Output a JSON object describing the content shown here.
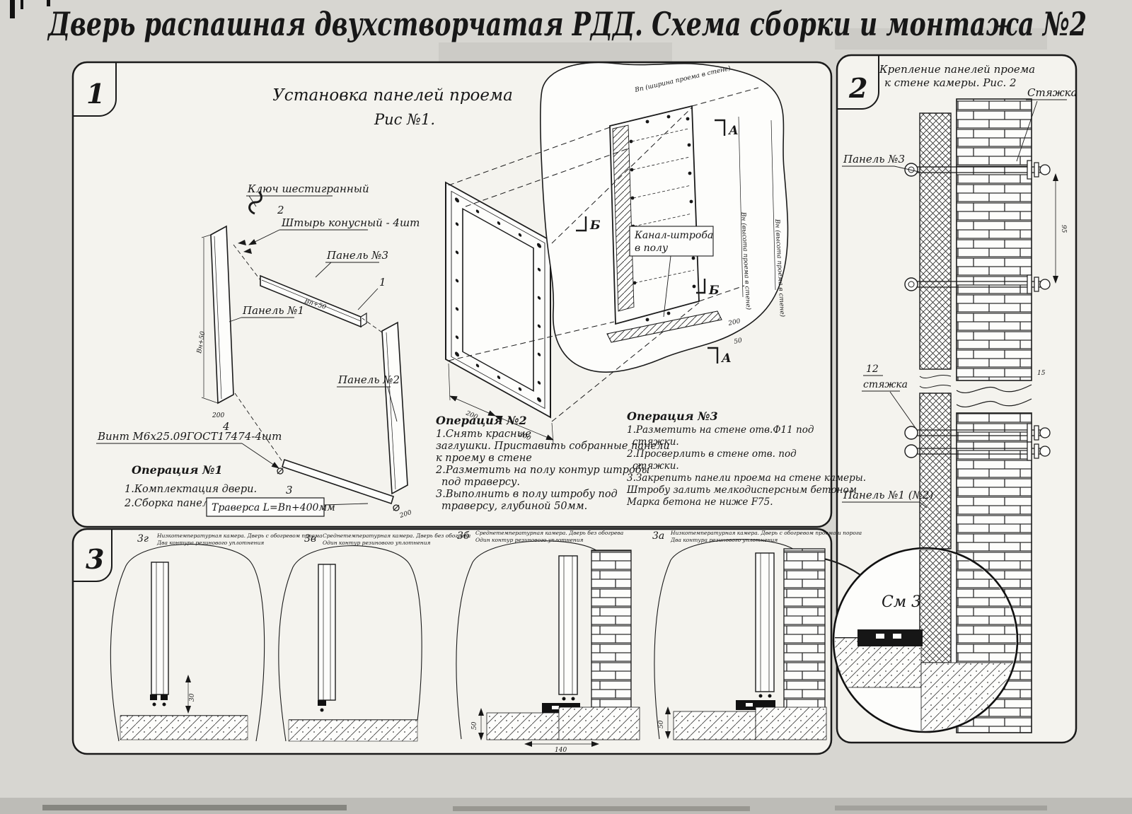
{
  "title": "Дверь распашная двухстворчатая РДД.  Схема сборки и монтажа №2",
  "s1": {
    "num": "1",
    "heading": "Установка панелей проема",
    "fig": "Рис №1.",
    "hexkey": "Ключ шестигранный",
    "pin_num": "2",
    "pin": "Штырь конусный - 4шт",
    "panel3": "Панель №3",
    "n1": "1",
    "panel1": "Панель №1",
    "panel2": "Панель №2",
    "n4": "4",
    "screw": "Винт М6х25.09ГОСТ17474-4шт",
    "n3": "3",
    "traverse": "Траверса  L=Bn+400мм",
    "channel1": "Канал-штроба",
    "channel2": "в полу",
    "markA": "А",
    "markB": "Б",
    "dim200": "200",
    "dim50": "50",
    "dimBn": "Вн+50",
    "dimBp": "Вп+50",
    "dimH": "Вн (высота проема в стене)",
    "dimW": "Вп (ширина проема в стене)",
    "op1": {
      "t": "Операция №1",
      "lines": [
        "1.Комплектация двери.",
        "2.Сборка панелей проема"
      ]
    },
    "op2": {
      "t": "Операция №2",
      "lines": [
        "1.Снять красные",
        "заглушки. Приставить собранные панели",
        "к проему в стене",
        "2.Разметить на полу контур штробы",
        "под траверсу.",
        "3.Выполнить в полу штробу под",
        "траверсу, глубиной 50мм."
      ]
    },
    "op3": {
      "t": "Операция №3",
      "lines": [
        "1.Разметить на стене отв.Ф11 под",
        "стяжки.",
        "2.Просверлить в стене отв.  под",
        "стяжки.",
        "3.Закрепить панели проема на стене камеры.",
        "Штробу залить мелкодисперсным бетоном",
        "Марка бетона не ниже   F75."
      ]
    }
  },
  "s2": {
    "num": "2",
    "heading1": "Крепление панелей проема",
    "heading2": "к стене камеры. Рис. 2",
    "tie": "Стяжка",
    "panel3": "Панель №3",
    "n12": "12",
    "tie2": "стяжка",
    "panel12": "Панель №1 (№2)",
    "see3": "См 3",
    "dim95": "95",
    "dim15": "15"
  },
  "s3": {
    "num": "3",
    "details": [
      {
        "id": "3г",
        "cap1": "Низкотемпературная камера. Дверь с обогревом проема",
        "cap2": "Два контура резинового уплотнения"
      },
      {
        "id": "3в",
        "cap1": "Среднетемпературная камера. Дверь без обогрева",
        "cap2": "Один контур резинового уплотнения"
      },
      {
        "id": "3б",
        "cap1": "Среднетемпературная камера. Дверь без обогрева",
        "cap2": "Один контур резинового уплотнения"
      },
      {
        "id": "3а",
        "cap1": "Низкотемпературная камера. Дверь с обогревом проема и порога",
        "cap2": "Два контура резинового уплотнения"
      }
    ],
    "dim30": "30",
    "dim140": "140",
    "dim50": "50"
  }
}
